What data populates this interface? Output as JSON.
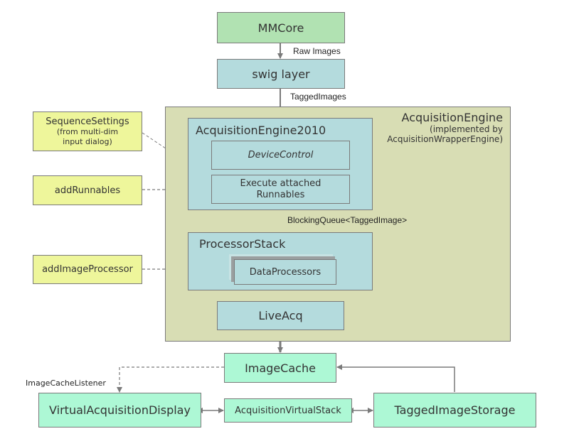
{
  "diagram": {
    "nodes": {
      "mmcore": "MMCore",
      "swig": "swig layer",
      "acq_engine": {
        "title": "AcquisitionEngine",
        "subtitle_line1": "(implemented by",
        "subtitle_line2": "AcquisitionWrapperEngine)"
      },
      "ae2010": {
        "title": "AcquisitionEngine2010",
        "device_control": "DeviceControl",
        "runnables_line1": "Execute attached",
        "runnables_line2": "Runnables"
      },
      "processor_stack": {
        "title": "ProcessorStack",
        "data_processors": "DataProcessors"
      },
      "live_acq": "LiveAcq",
      "image_cache": "ImageCache",
      "virtual_display": "VirtualAcquisitionDisplay",
      "virtual_stack": "AcquisitionVirtualStack",
      "storage": "TaggedImageStorage",
      "sequence_settings": {
        "title": "SequenceSettings",
        "line1": "(from multi-dim",
        "line2": "input dialog)"
      },
      "add_runnables": "addRunnables",
      "add_image_processor": "addImageProcessor"
    },
    "edge_labels": {
      "raw_images": "Raw Images",
      "tagged_images": "TaggedImages",
      "blocking_queue": "BlockingQueue<TaggedImage>",
      "image_cache_listener": "ImageCacheListener"
    },
    "colors": {
      "core_green": "#b1e2b2",
      "layer_blue": "#b4dbdd",
      "engine_khaki": "#d8ddb4",
      "input_yellow": "#eef69b",
      "display_mint": "#adf8d5",
      "queue_teal": "#14908a",
      "arrow_gray": "#7a7a7a"
    }
  }
}
